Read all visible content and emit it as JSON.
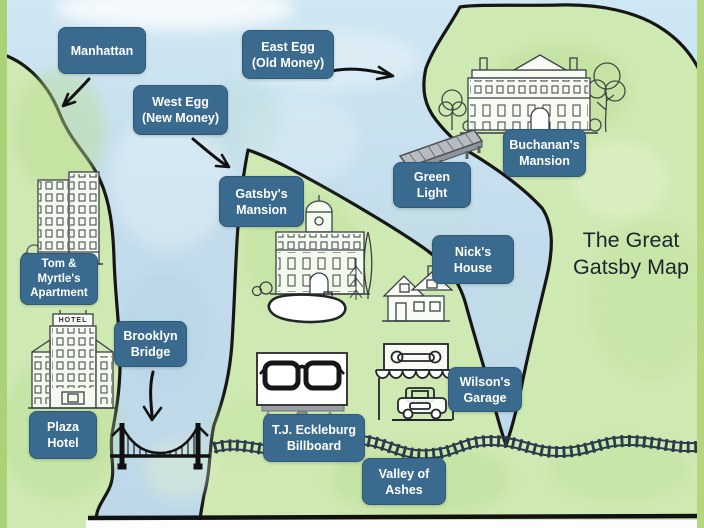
{
  "map": {
    "title_line1": "The Great",
    "title_line2": "Gatsby Map",
    "hotel_sign": "HOTEL",
    "labels": {
      "manhattan": {
        "l1": "Manhattan"
      },
      "east_egg": {
        "l1": "East Egg",
        "l2": "(Old Money)"
      },
      "west_egg": {
        "l1": "West Egg",
        "l2": "(New Money)"
      },
      "gatsbys_mansion": {
        "l1": "Gatsby's",
        "l2": "Mansion"
      },
      "buchanans_mansion": {
        "l1": "Buchanan's",
        "l2": "Mansion"
      },
      "green_light": {
        "l1": "Green",
        "l2": "Light"
      },
      "nicks_house": {
        "l1": "Nick's",
        "l2": "House"
      },
      "tom_myrtles_apartment": {
        "l1": "Tom &",
        "l2": "Myrtle's",
        "l3": "Apartment"
      },
      "brooklyn_bridge": {
        "l1": "Brooklyn",
        "l2": "Bridge"
      },
      "plaza_hotel": {
        "l1": "Plaza",
        "l2": "Hotel"
      },
      "tj_eckleburg_billboard": {
        "l1": "T.J. Eckleburg",
        "l2": "Billboard"
      },
      "wilsons_garage": {
        "l1": "Wilson's",
        "l2": "Garage"
      },
      "valley_of_ashes": {
        "l1": "Valley of",
        "l2": "Ashes"
      }
    },
    "colors": {
      "label_bg": "#3a6b8e",
      "label_text": "#ffffff",
      "water": "#c6deed",
      "land": "#cfe9b2",
      "border_strip": "#abd279",
      "coastline": "#161616",
      "railroad": "#2b3b4e",
      "title_text": "#1d242e"
    }
  }
}
